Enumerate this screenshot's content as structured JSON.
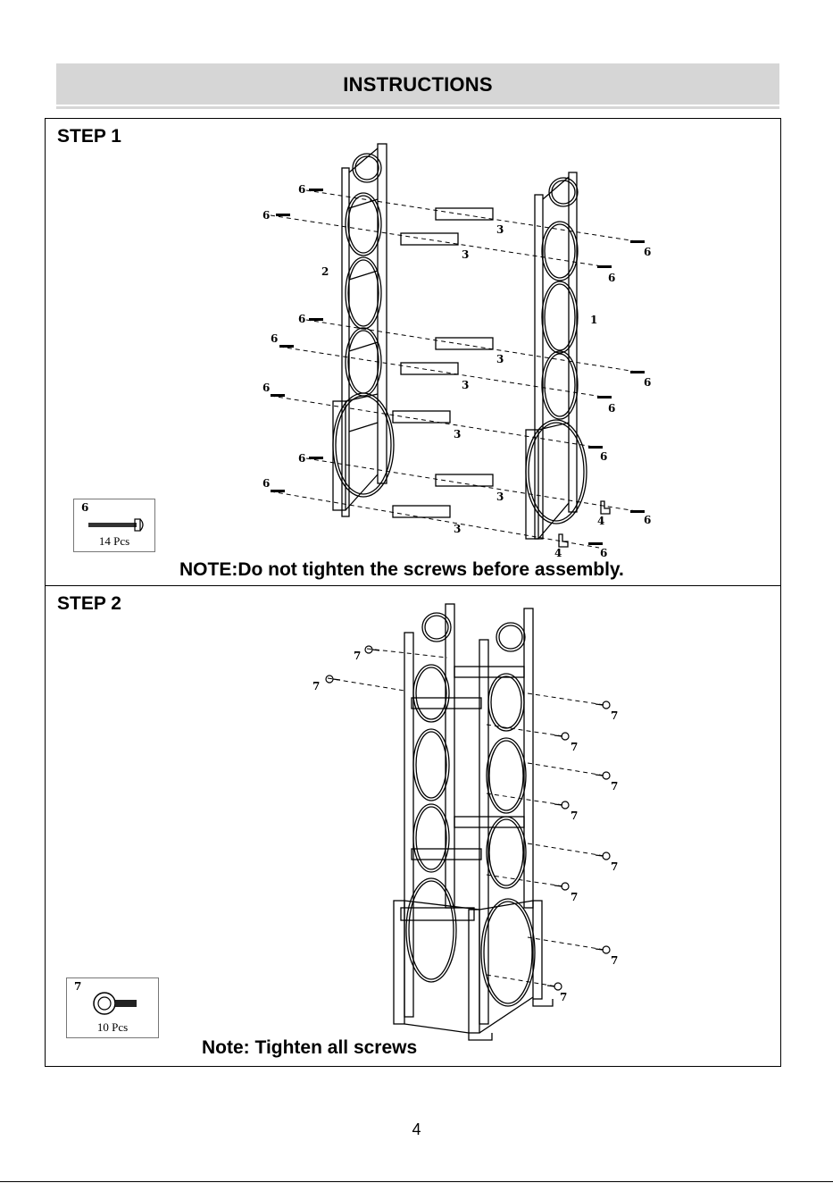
{
  "header": {
    "title": "INSTRUCTIONS"
  },
  "step1": {
    "title": "STEP 1",
    "note": "NOTE:Do not tighten the screws before assembly.",
    "part": {
      "number": "6",
      "qty": "14 Pcs"
    },
    "labels": {
      "screw": "6",
      "crossbar": "3",
      "left_frame": "2",
      "right_frame": "1",
      "foot": "4"
    }
  },
  "step2": {
    "title": "STEP 2",
    "note": "Note: Tighten all screws",
    "part": {
      "number": "7",
      "qty": "10 Pcs"
    },
    "labels": {
      "bolt": "7"
    }
  },
  "page": {
    "number": "4"
  }
}
